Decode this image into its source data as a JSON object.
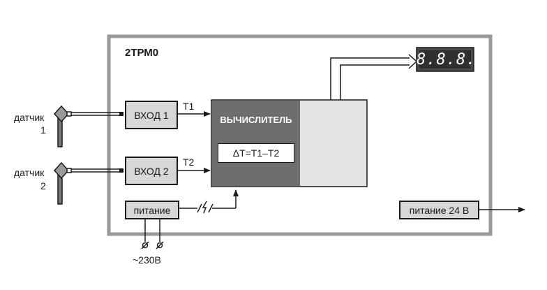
{
  "device": {
    "title": "2ТРМ0"
  },
  "sensors": [
    {
      "label_line1": "датчик",
      "label_line2": "1"
    },
    {
      "label_line1": "датчик",
      "label_line2": "2"
    }
  ],
  "inputs": [
    {
      "label": "ВХОД 1",
      "signal": "T1"
    },
    {
      "label": "ВХОД 2",
      "signal": "T2"
    }
  ],
  "calculator": {
    "title": "ВЫЧИСЛИТЕЛЬ",
    "formula": "ΔT=T1–T2"
  },
  "display": {
    "value": "8.8.8.8"
  },
  "power_in": {
    "label": "питание",
    "mains": "~230В"
  },
  "power_out": {
    "label": "питание 24 В"
  }
}
